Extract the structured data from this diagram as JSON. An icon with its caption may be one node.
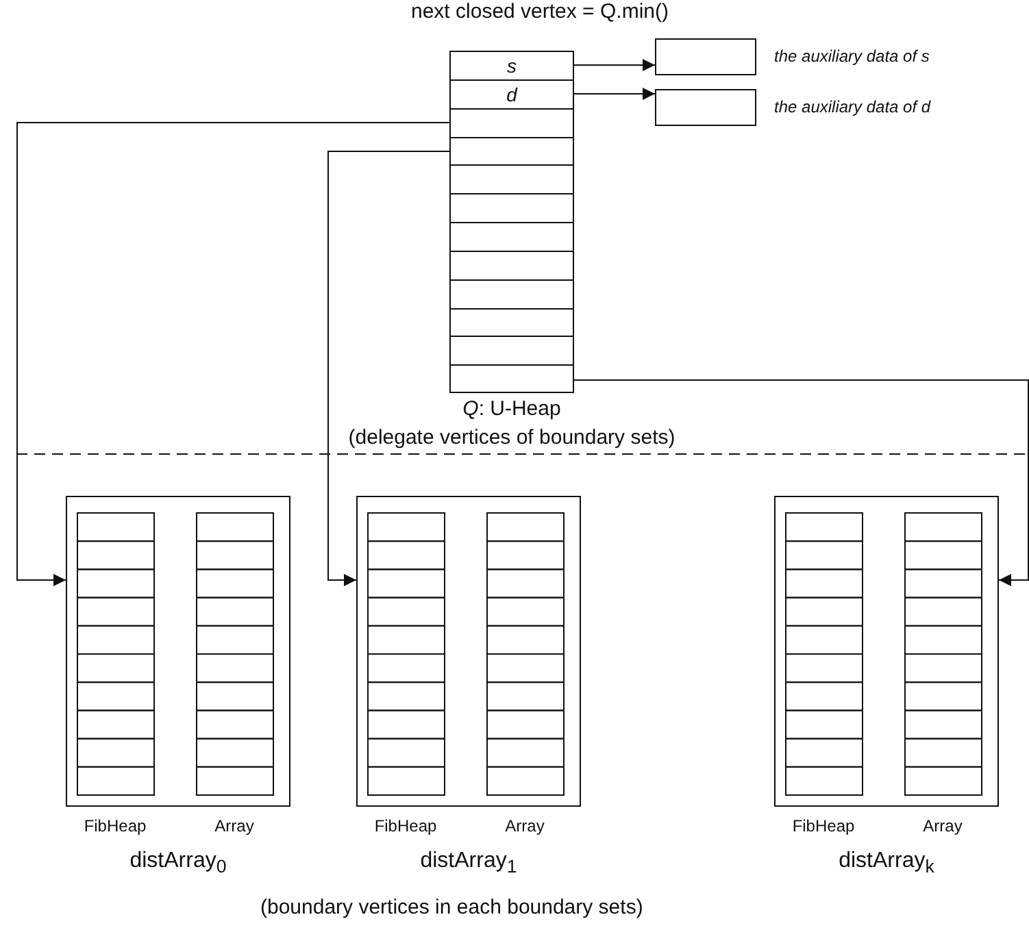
{
  "diagram": {
    "nodes": [
      {
        "text": [
          "*Q*: U-Heap",
          "(delegate vertices of boundary sets)"
        ]
      },
      {
        "text": [
          "s"
        ],
        "in": 0
      },
      {
        "text": [
          "d"
        ],
        "in": 0
      },
      {
        "text": [],
        "shape": "box",
        "in": 0
      },
      {
        "text": [],
        "shape": "box",
        "in": 0
      },
      {
        "text": [],
        "shape": "box",
        "in": 0
      },
      {
        "text": [],
        "shape": "box",
        "in": 0
      },
      {
        "text": [],
        "shape": "box",
        "in": 0
      },
      {
        "text": [],
        "shape": "box",
        "in": 0
      },
      {
        "text": [],
        "shape": "box",
        "in": 0
      },
      {
        "text": [],
        "shape": "box",
        "in": 0
      },
      {
        "text": [],
        "shape": "box",
        "in": 0
      },
      {
        "text": [],
        "shape": "box",
        "in": 0
      },
      {
        "text": [],
        "shape": "box",
        "beside": [
          "the auxiliary data of s"
        ]
      },
      {
        "text": [],
        "shape": "box",
        "beside": [
          "the auxiliary data of d"
        ]
      },
      {
        "text": [
          "FibHeap",
          "Array",
          "distArray$_{0}$"
        ]
      },
      {
        "text": [
          "FibHeap",
          "Array",
          "distArray$_{1}$"
        ]
      },
      {
        "text": [
          "FibHeap",
          "Array",
          "distArray$_{k}$"
        ]
      }
    ],
    "edges": [
      {
        "from": 1,
        "to": 13,
        "arrow": "to"
      },
      {
        "from": 2,
        "to": 14,
        "arrow": "to"
      },
      {
        "from": 3,
        "to": 15,
        "arrow": "to"
      },
      {
        "from": 4,
        "to": 16,
        "arrow": "to"
      },
      {
        "from": 12,
        "to": 17,
        "arrow": "to"
      }
    ],
    "labels": [
      "next closed vertex =  Q.min()",
      "(boundary vertices in each boundary sets)"
    ]
  }
}
